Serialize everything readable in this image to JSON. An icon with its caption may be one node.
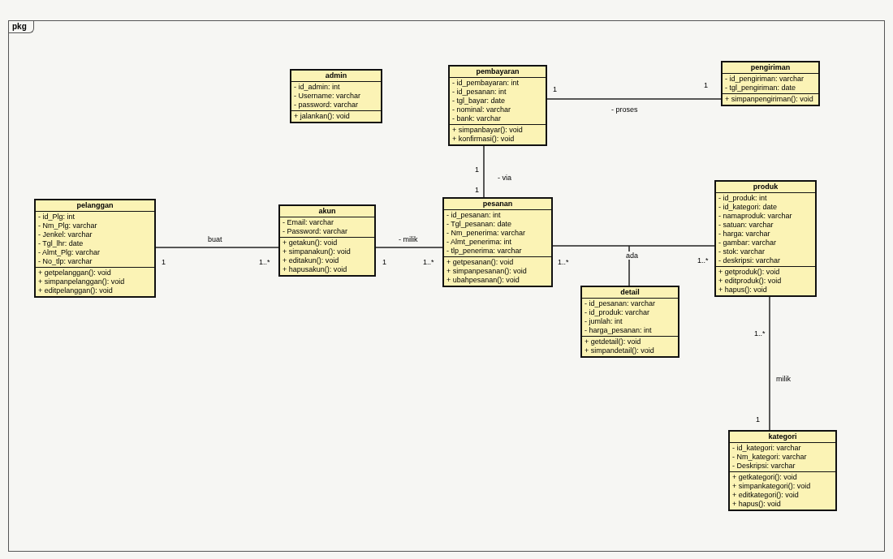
{
  "diagram": {
    "nodes": [
      {
        "text": [
          "pkg"
        ]
      },
      {
        "text": [
          "admin",
          "- id_admin: int",
          "- Username: varchar",
          "- password: varchar",
          "+ jalankan(): void"
        ],
        "in": 0
      },
      {
        "text": [
          "pembayaran",
          "- id_pembayaran: int",
          "- id_pesanan: int",
          "- tgl_bayar: date",
          "- nominal: varchar",
          "- bank: varchar",
          "+ simpanbayar(): void",
          "+ konfirmasi(): void"
        ],
        "in": 0
      },
      {
        "text": [
          "pengiriman",
          "- id_pengiriman: varchar",
          "- tgl_pengiriman: date",
          "+ simpanpengiriman(): void"
        ],
        "in": 0
      },
      {
        "text": [
          "pelanggan",
          "- id_Plg: int",
          "- Nm_Plg: varchar",
          "- Jenkel: varchar",
          "- Tgl_lhr: date",
          "- Almt_Plg: varchar",
          "- No_tlp: varchar",
          "+ getpelanggan(): void",
          "+ simpanpelanggan(): void",
          "+ editpelanggan(): void"
        ],
        "in": 0
      },
      {
        "text": [
          "akun",
          "- Email: varchar",
          "- Password: varchar",
          "+ getakun(): void",
          "+ simpanakun(): void",
          "+ editakun(): void",
          "+ hapusakun(): void"
        ],
        "in": 0
      },
      {
        "text": [
          "pesanan",
          "- id_pesanan: int",
          "- Tgl_pesanan: date",
          "- Nm_penerima: varchar",
          "- Almt_penerima: int",
          "- tlp_penerima: varchar",
          "+ getpesanan(): void",
          "+ simpanpesanan(): void",
          "+ ubahpesanan(): void"
        ],
        "in": 0
      },
      {
        "text": [
          "produk",
          "- id_produk: int",
          "- id_kategori: date",
          "- namaproduk: varchar",
          "- satuan: varchar",
          "- harga: varchar",
          "- gambar: varchar",
          "- stok: varchar",
          "- deskripsi: varchar",
          "+ getproduk(): void",
          "+ editproduk(): void",
          "+ hapus(): void"
        ],
        "in": 0
      },
      {
        "text": [
          "detail",
          "- id_pesanan: varchar",
          "- id_produk: varchar",
          "- jumlah: int",
          "- harga_pesanan: int",
          "+ getdetail(): void",
          "+ simpandetail(): void"
        ],
        "in": 0
      },
      {
        "text": [
          "kategori",
          "- id_kategori: varchar",
          "- Nm_kategori: varchar",
          "- Deskripsi: varchar",
          "+ getkategori(): void",
          "+ simpankategori(): void",
          "+ editkategori(): void",
          "+ hapus(): void"
        ],
        "in": 0
      }
    ],
    "edges": [
      {
        "from": 2,
        "to": 3,
        "arrow": "none",
        "label": "- proses"
      },
      {
        "from": 2,
        "to": 6,
        "arrow": "none",
        "label": "- via"
      },
      {
        "from": 4,
        "to": 5,
        "arrow": "none",
        "label": "buat"
      },
      {
        "from": 5,
        "to": 6,
        "arrow": "none",
        "label": "- milik"
      },
      {
        "from": 6,
        "to": 7,
        "arrow": "none"
      },
      {
        "from": 8,
        "to": null,
        "arrow": "none",
        "label": "ada"
      },
      {
        "from": 7,
        "to": 9,
        "arrow": "none",
        "label": "milik"
      }
    ],
    "labels": [
      "1",
      "1",
      "1",
      "1",
      "1",
      "1..*",
      "1",
      "1..*",
      "1..*",
      "1..*",
      "1..*",
      "1"
    ]
  }
}
